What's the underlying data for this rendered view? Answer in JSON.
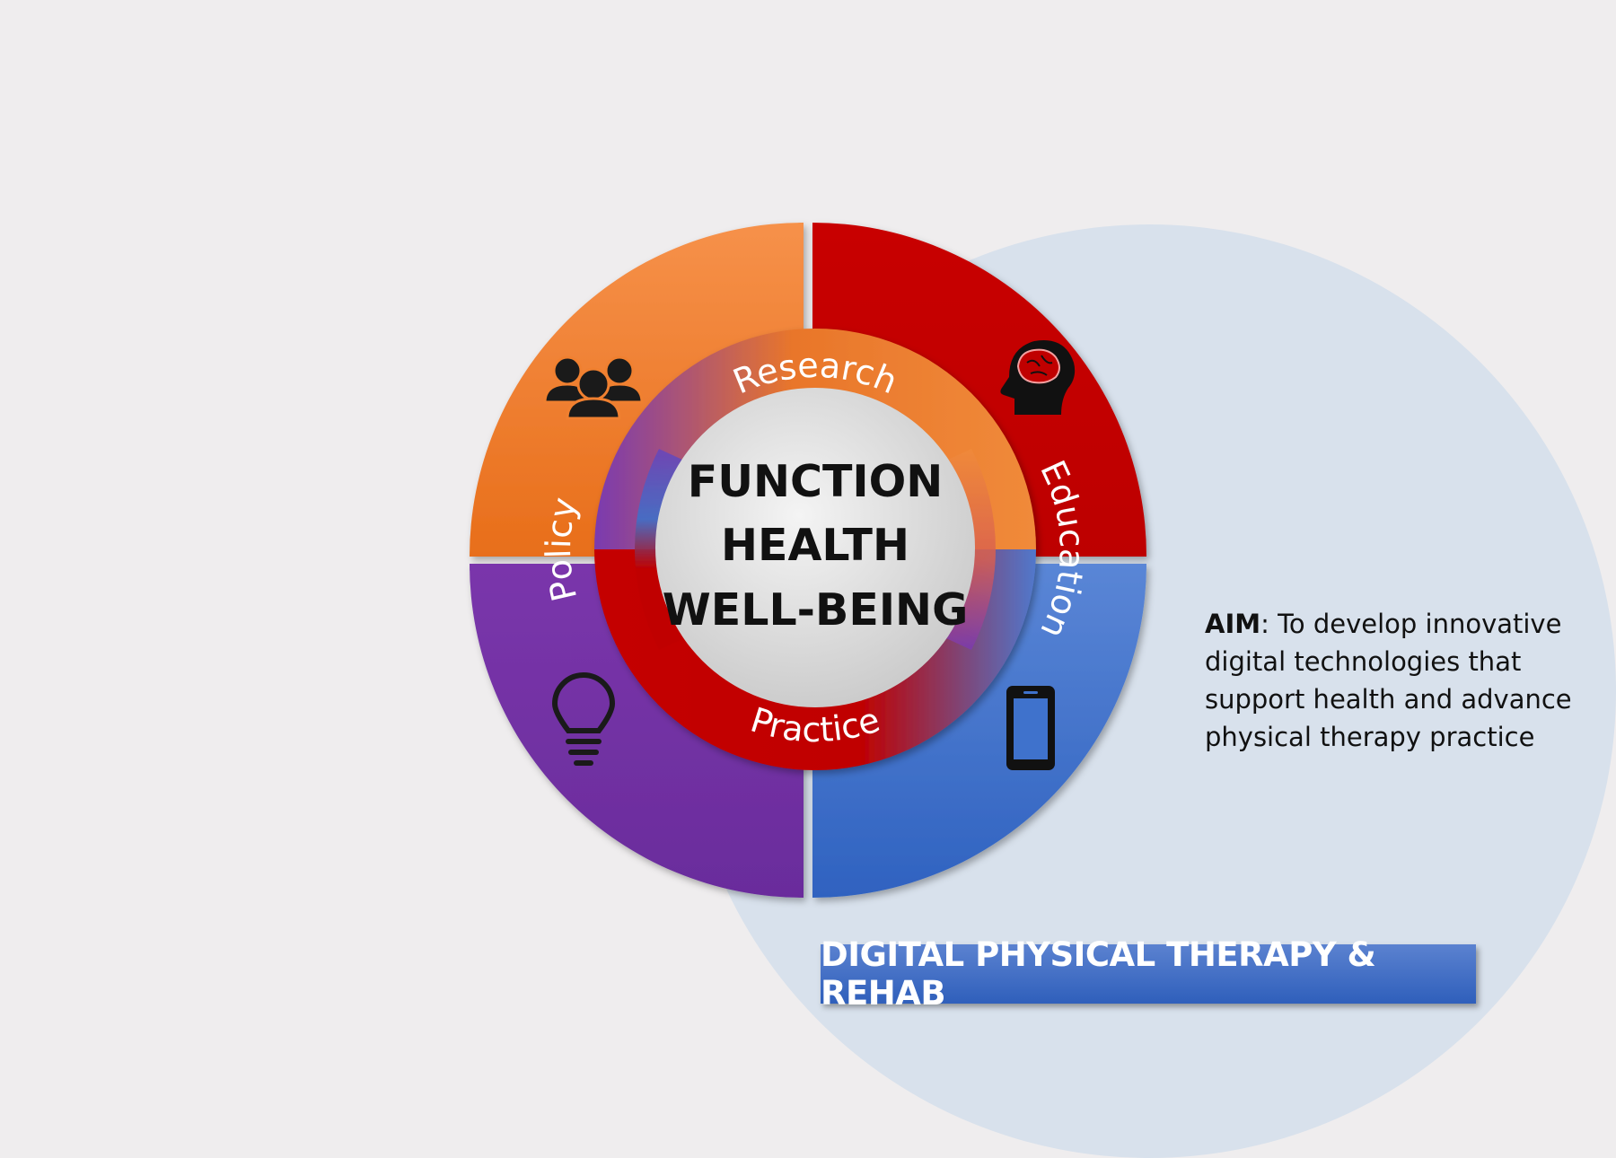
{
  "center": {
    "line1": "FUNCTION",
    "line2": "HEALTH",
    "line3": "WELL-BEING"
  },
  "ring": {
    "top": "Research",
    "right": "Education",
    "bottom": "Practice",
    "left": "Policy"
  },
  "quadrants": [
    {
      "position": "top-left",
      "color": "#f08030",
      "icon": "people-group-icon"
    },
    {
      "position": "top-right",
      "color": "#c00000",
      "icon": "brain-head-icon"
    },
    {
      "position": "bottom-right",
      "color": "#3f72cc",
      "icon": "smartphone-icon"
    },
    {
      "position": "bottom-left",
      "color": "#7030a0",
      "icon": "lightbulb-icon"
    }
  ],
  "aim": {
    "label": "AIM",
    "text": ": To develop innovative digital technologies that support health and advance physical therapy practice"
  },
  "banner": {
    "title": "DIGITAL PHYSICAL THERAPY & REHAB"
  }
}
